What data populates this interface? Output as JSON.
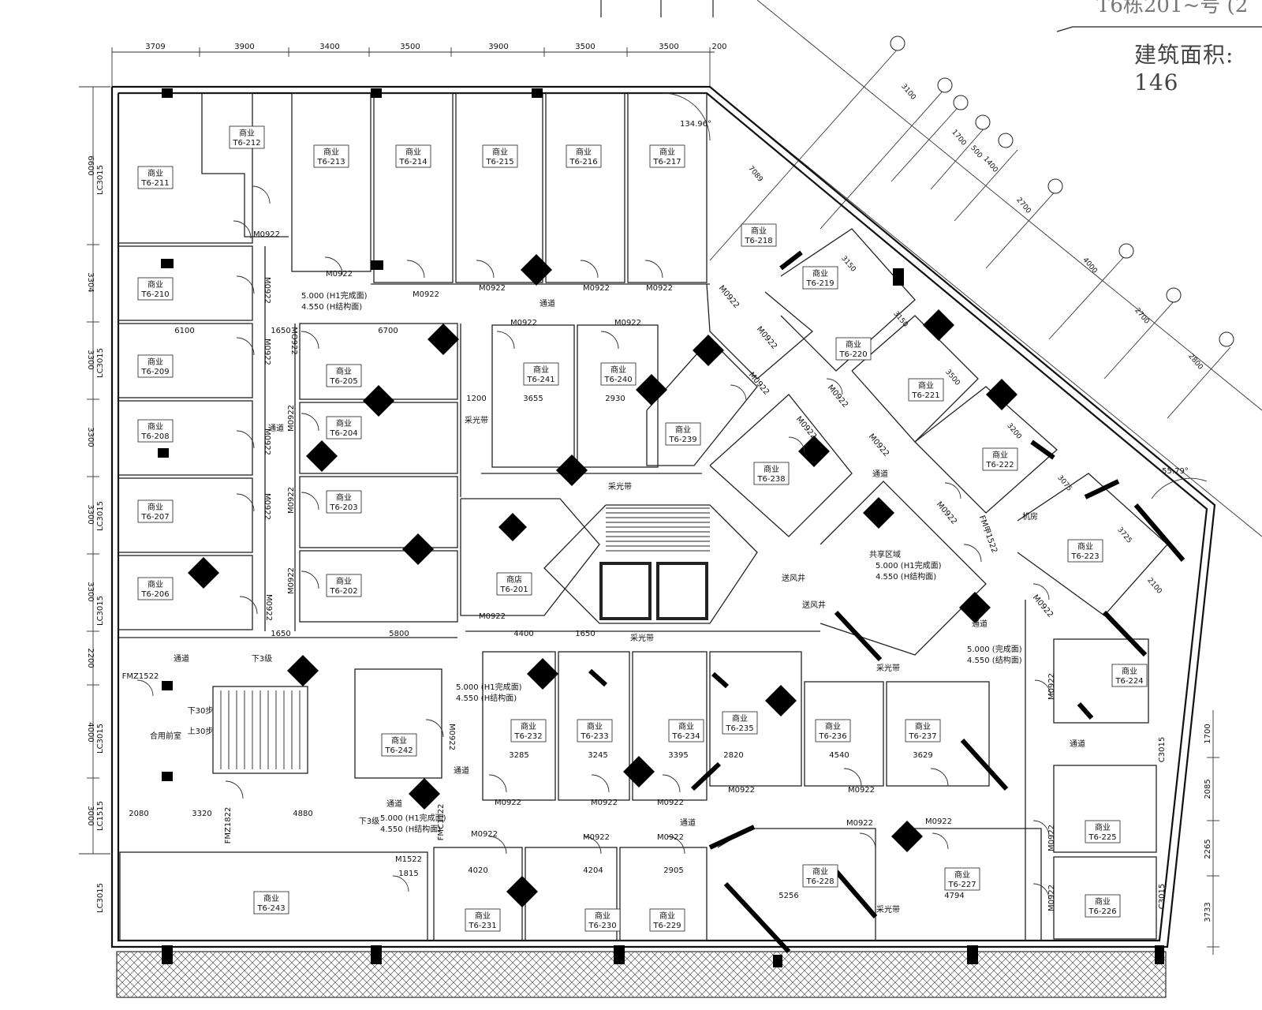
{
  "header": {
    "top_label": "T6栋201~号 (2",
    "area_label": "建筑面积: 146"
  },
  "shop_prefix": "商业",
  "shops": [
    {
      "id": "T6-211"
    },
    {
      "id": "T6-212"
    },
    {
      "id": "T6-213"
    },
    {
      "id": "T6-214"
    },
    {
      "id": "T6-215"
    },
    {
      "id": "T6-216"
    },
    {
      "id": "T6-217"
    },
    {
      "id": "T6-218"
    },
    {
      "id": "T6-219"
    },
    {
      "id": "T6-220"
    },
    {
      "id": "T6-221"
    },
    {
      "id": "T6-222"
    },
    {
      "id": "T6-223"
    },
    {
      "id": "T6-224"
    },
    {
      "id": "T6-225"
    },
    {
      "id": "T6-226"
    },
    {
      "id": "T6-227"
    },
    {
      "id": "T6-228"
    },
    {
      "id": "T6-229"
    },
    {
      "id": "T6-230"
    },
    {
      "id": "T6-231"
    },
    {
      "id": "T6-232"
    },
    {
      "id": "T6-233"
    },
    {
      "id": "T6-234"
    },
    {
      "id": "T6-235"
    },
    {
      "id": "T6-236"
    },
    {
      "id": "T6-237"
    },
    {
      "id": "T6-238"
    },
    {
      "id": "T6-239"
    },
    {
      "id": "T6-240"
    },
    {
      "id": "T6-241"
    },
    {
      "id": "T6-242"
    },
    {
      "id": "T6-243"
    },
    {
      "id": "T6-202"
    },
    {
      "id": "T6-203"
    },
    {
      "id": "T6-204"
    },
    {
      "id": "T6-205"
    },
    {
      "id": "T6-206"
    },
    {
      "id": "T6-207"
    },
    {
      "id": "T6-208"
    },
    {
      "id": "T6-209"
    },
    {
      "id": "T6-210"
    },
    {
      "id": "T6-201",
      "prefix": "商店"
    }
  ],
  "top_dims": [
    "3709",
    "3900",
    "3400",
    "3500",
    "3900",
    "3500",
    "3500",
    "200"
  ],
  "left_dims": [
    "6600",
    "3304",
    "3300",
    "3300",
    "3300",
    "3300",
    "2200",
    "4000",
    "3000"
  ],
  "right_dims": [
    "1700",
    "2085",
    "2265",
    "3733"
  ],
  "door_labels": [
    "M0922",
    "MO922",
    "FMZ1522",
    "FMZ1822",
    "FMC1122",
    "M1522",
    "FM甲1522",
    "LC3015",
    "LC1515",
    "C3015"
  ],
  "elevation_notes": [
    {
      "line1": "5.000 (H1完成面)",
      "line2": "4.550 (H结构面)"
    },
    {
      "line1": "5.000 (完成面)",
      "line2": "4.550 (结构面)"
    }
  ],
  "area_labels": {
    "corridor": "通道",
    "light_well": "采光带",
    "shared_area": "共享区域",
    "machine_room": "机房",
    "toilet": "合用前室",
    "up_steps": "上30步",
    "down_steps": "下30步",
    "down_3": "下3级",
    "exhaust": "送风井"
  },
  "inner_dims": [
    "6100",
    "6700",
    "1650",
    "3655",
    "2930",
    "1200",
    "5800",
    "4400",
    "1650",
    "3285",
    "3245",
    "3395",
    "2820",
    "4540",
    "3629",
    "4020",
    "4204",
    "2905",
    "5256",
    "4794",
    "3320",
    "4880",
    "2080",
    "1815"
  ],
  "angles": [
    "134.96°",
    "55.79°"
  ],
  "grid_dims": [
    "3100",
    "1700",
    "500",
    "1400",
    "2700",
    "4000",
    "2700",
    "2800",
    "7089",
    "3150",
    "3150",
    "3500",
    "3200",
    "3075",
    "3725",
    "2100"
  ]
}
